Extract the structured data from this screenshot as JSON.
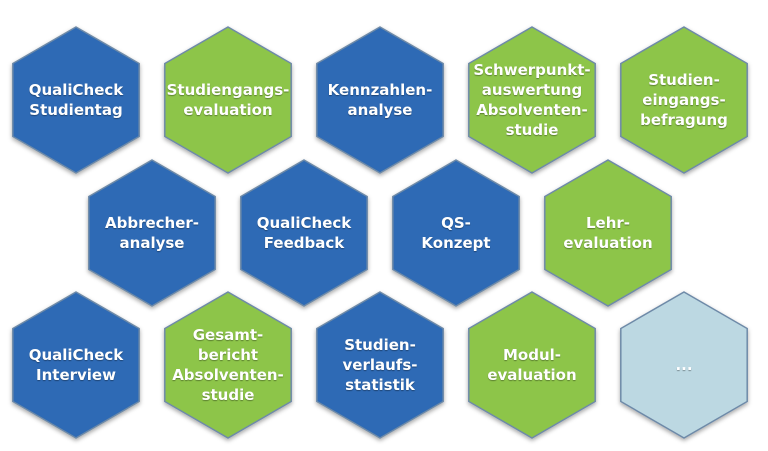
{
  "colors": {
    "blue": "#2e6bb5",
    "green": "#8dc54a",
    "light": "#bcd8e2",
    "border": "#6e8aa8"
  },
  "tiles": [
    {
      "label": "QualiCheck\nStudientag",
      "color": "blue"
    },
    {
      "label": "Studiengangs-\nevaluation",
      "color": "green"
    },
    {
      "label": "Kennzahlen-\nanalyse",
      "color": "blue"
    },
    {
      "label": "Schwerpunkt-\nauswertung\nAbsolventen-\nstudie",
      "color": "green"
    },
    {
      "label": "Studien-\neingangs-\nbefragung",
      "color": "green"
    },
    {
      "label": "Abbrecher-\nanalyse",
      "color": "blue"
    },
    {
      "label": "QualiCheck\nFeedback",
      "color": "blue"
    },
    {
      "label": "QS-\nKonzept",
      "color": "blue"
    },
    {
      "label": "Lehr-\nevaluation",
      "color": "green"
    },
    {
      "label": "QualiCheck\nInterview",
      "color": "blue"
    },
    {
      "label": "Gesamt-\nbericht\nAbsolventen-\nstudie",
      "color": "green"
    },
    {
      "label": "Studien-\nverlaufs-\nstatistik",
      "color": "blue"
    },
    {
      "label": "Modul-\nevaluation",
      "color": "green"
    },
    {
      "label": "...",
      "color": "light"
    }
  ]
}
